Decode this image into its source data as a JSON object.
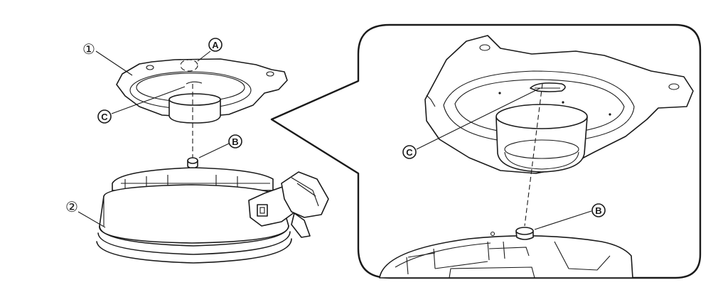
{
  "labels": {
    "part1": "①",
    "part2": "②",
    "pointA": "A",
    "pointB": "B",
    "pointC": "C"
  },
  "colors": {
    "line": "#1a1a1a",
    "background": "#ffffff"
  }
}
